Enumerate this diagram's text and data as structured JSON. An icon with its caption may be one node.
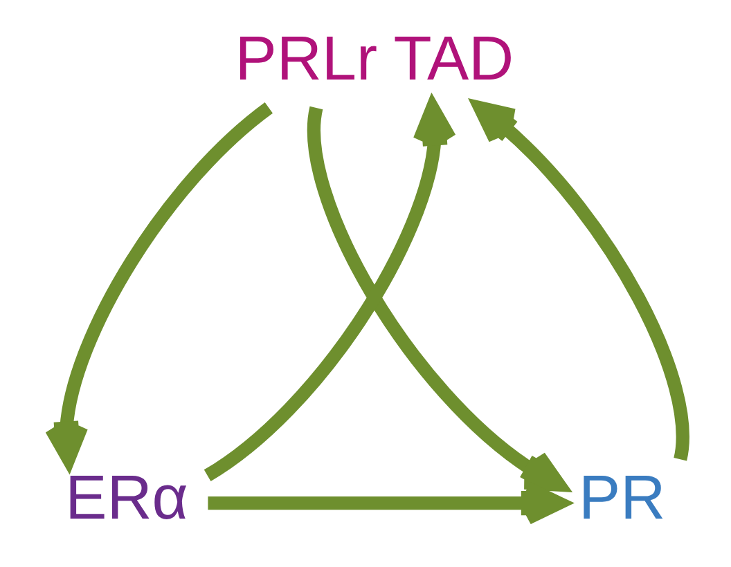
{
  "diagram": {
    "nodes": [
      {
        "text": [
          "PRLr TAD"
        ]
      },
      {
        "text": [
          "ERα"
        ]
      },
      {
        "text": [
          "PR"
        ]
      }
    ],
    "edges": [
      {
        "from": 1,
        "to": 0,
        "arrow": "to"
      },
      {
        "from": 0,
        "to": 1,
        "arrow": "to"
      },
      {
        "from": 0,
        "to": 2,
        "arrow": "to"
      },
      {
        "from": 2,
        "to": 0,
        "arrow": "to"
      },
      {
        "from": 1,
        "to": 2,
        "arrow": "to"
      }
    ]
  }
}
